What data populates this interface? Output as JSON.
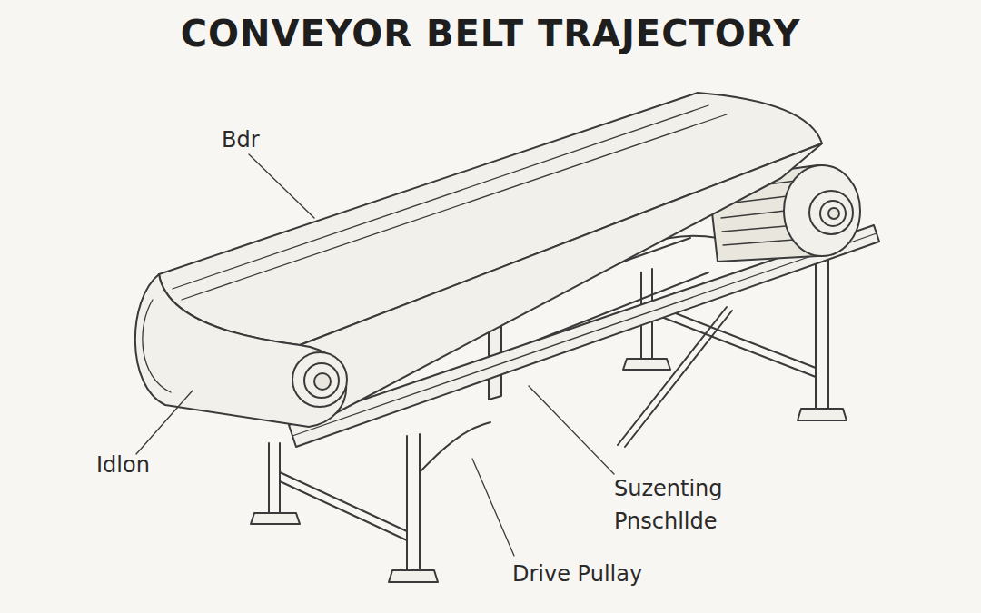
{
  "diagram": {
    "title": "CONVEYOR BELT TRAJECTORY",
    "labels": [
      "Bdr",
      "Idlon",
      "Suzenting Pnschllde",
      "Drive Pullay"
    ]
  }
}
